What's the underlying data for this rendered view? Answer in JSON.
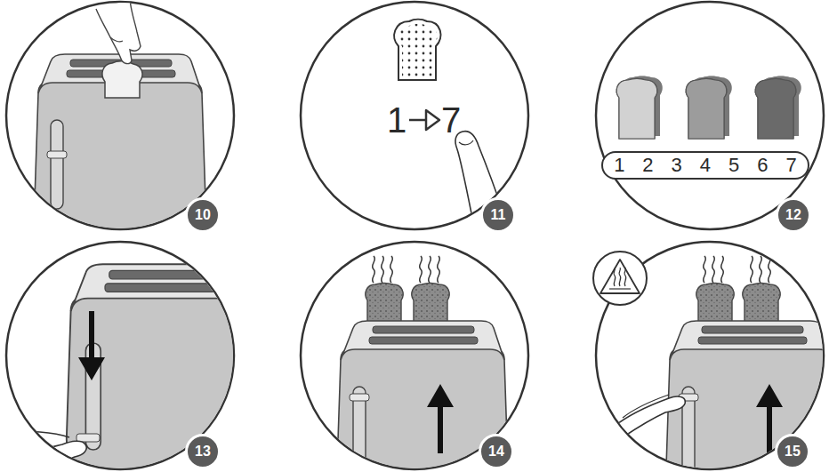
{
  "diagram": {
    "nodes": [
      {
        "text": [
          "10"
        ]
      },
      {
        "text": [
          "11"
        ]
      },
      {
        "text": [
          "1 2 3 4 5 6 7"
        ]
      },
      {
        "text": [
          "12"
        ]
      },
      {
        "text": [
          "13"
        ]
      },
      {
        "text": [
          "14"
        ]
      },
      {
        "text": [
          "15"
        ]
      }
    ],
    "labels": [
      "1",
      "7"
    ]
  }
}
